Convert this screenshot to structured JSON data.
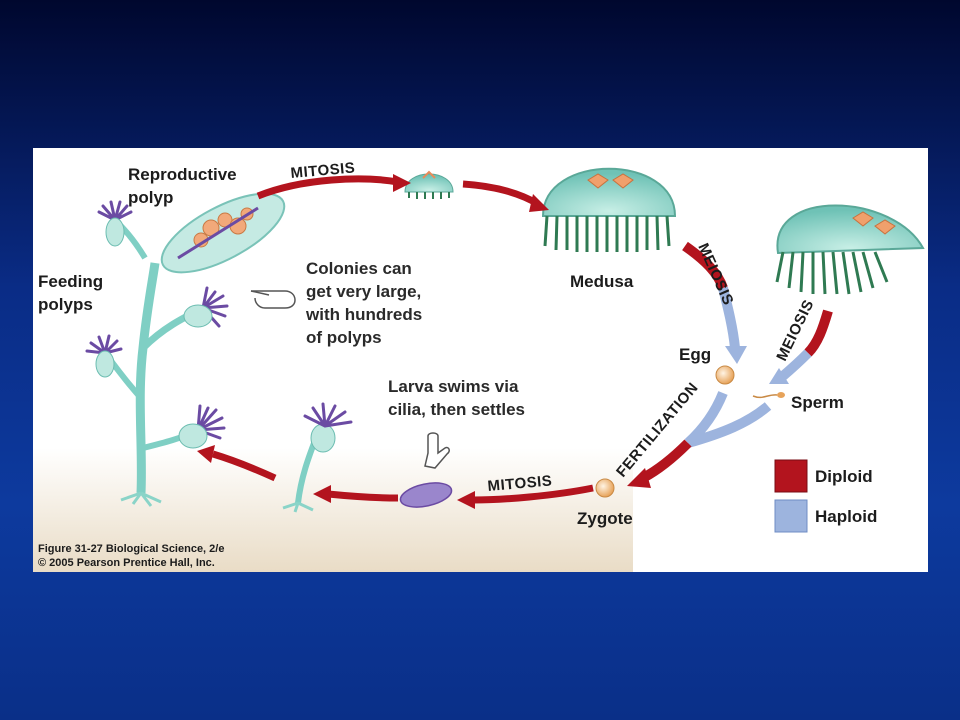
{
  "figure": {
    "labels": {
      "reproductive_polyp": [
        "Reproductive",
        "polyp"
      ],
      "feeding_polyps": [
        "Feeding",
        "polyps"
      ],
      "colonies_note": [
        "Colonies can",
        "get very large,",
        "with hundreds",
        "of polyps"
      ],
      "medusa": "Medusa",
      "egg": "Egg",
      "sperm": "Sperm",
      "zygote": "Zygote",
      "larva_note": [
        "Larva swims via",
        "cilia, then settles"
      ]
    },
    "processes": {
      "mitosis_top": "MITOSIS",
      "meiosis_right": "MEIOSIS",
      "meiosis_left": "MEIOSIS",
      "fertilization": "FERTILIZATION",
      "mitosis_bottom": "MITOSIS"
    },
    "legend": [
      {
        "label": "Diploid",
        "color": "#b3141e"
      },
      {
        "label": "Haploid",
        "color": "#9db4de"
      }
    ],
    "caption": [
      "Figure 31-27 Biological Science, 2/e",
      "© 2005 Pearson Prentice Hall, Inc."
    ]
  },
  "colors": {
    "diploid": "#b3141e",
    "haploid": "#9db4de",
    "tentacle": "#6b4ba3",
    "medusa_body": "#8fd3c8",
    "medusa_fringe": "#2f7a52"
  }
}
